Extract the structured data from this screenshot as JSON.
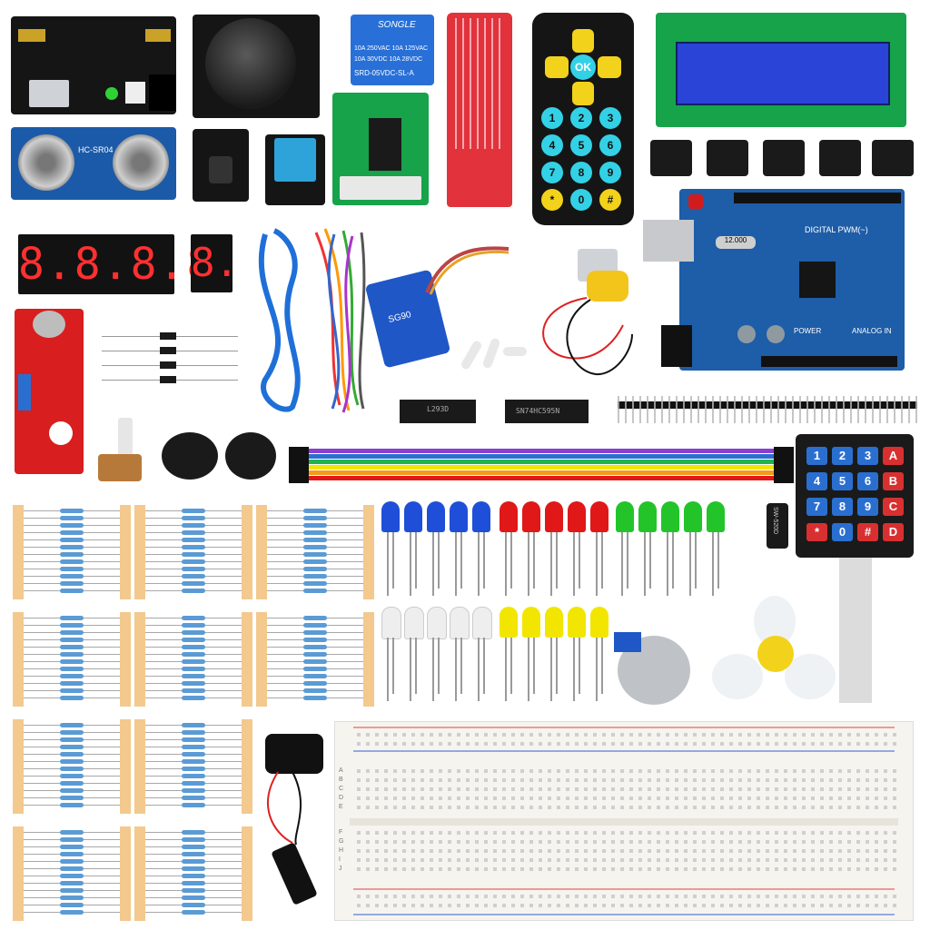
{
  "modules": {
    "relay_brand": "SONGLE",
    "relay_rating_1": "10A 250VAC  10A 125VAC",
    "relay_rating_2": "10A 30VDC  10A 28VDC",
    "relay_model": "SRD-05VDC-SL-A",
    "ultrasonic_label": "HC-SR04",
    "arduino_label": "DIGITAL PWM(~)",
    "arduino_power": "POWER",
    "arduino_analog": "ANALOG IN",
    "arduino_crystal": "12.000",
    "servo_label": "SG90",
    "chip_1": "L293D",
    "chip_2": "SN74HC595N",
    "sw_label": "SW-520D",
    "seg_four": "8.8.8.8.",
    "seg_one": "8.",
    "remote_ok": "OK"
  },
  "remote_keys": [
    "1",
    "2",
    "3",
    "4",
    "5",
    "6",
    "7",
    "8",
    "9",
    "*",
    "0",
    "#"
  ],
  "keypad_keys": [
    "1",
    "2",
    "3",
    "A",
    "4",
    "5",
    "6",
    "B",
    "7",
    "8",
    "9",
    "C",
    "*",
    "0",
    "#",
    "D"
  ],
  "breadboard_rows_top": [
    "A",
    "B",
    "C",
    "D",
    "E"
  ],
  "breadboard_rows_bottom": [
    "F",
    "G",
    "H",
    "I",
    "J"
  ],
  "colors": {
    "pcb_blue": "#1b5aa8",
    "pcb_black": "#151515",
    "pcb_red": "#d81e1e",
    "led_blue": "#1f4fd8",
    "led_red": "#e01818",
    "led_green": "#22c42a",
    "led_yellow": "#f2e600",
    "led_white": "#eeeeee",
    "keypad_blue": "#2a6fd0",
    "keypad_red": "#d83030",
    "remote_cyan": "#33d1e6",
    "remote_yellow": "#f3d21b"
  }
}
